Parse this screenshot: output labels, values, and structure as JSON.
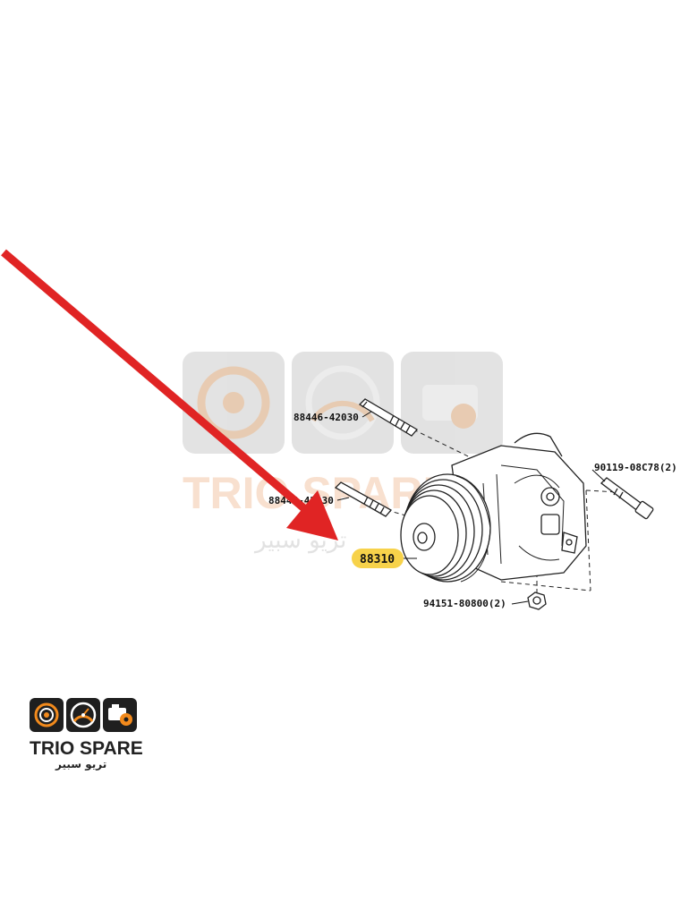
{
  "diagram": {
    "main_part_label": "88310",
    "part_labels": [
      {
        "id": "stud-upper",
        "text": "88446-42030"
      },
      {
        "id": "stud-lower",
        "text": "88446-42030"
      },
      {
        "id": "bolt-right",
        "text": "90119-08C78(2)"
      },
      {
        "id": "nut-bottom",
        "text": "94151-80800(2)"
      }
    ],
    "highlight_color": "#f7d24a",
    "arrow_color": "#e02424"
  },
  "watermark": {
    "brand": "TRIO SPARE",
    "arabic": "تريو سبير"
  },
  "logo": {
    "brand": "TRIO SPARE",
    "arabic": "تريو سبير",
    "accent_color": "#f28a1c",
    "tile_color": "#1f1f1f"
  }
}
